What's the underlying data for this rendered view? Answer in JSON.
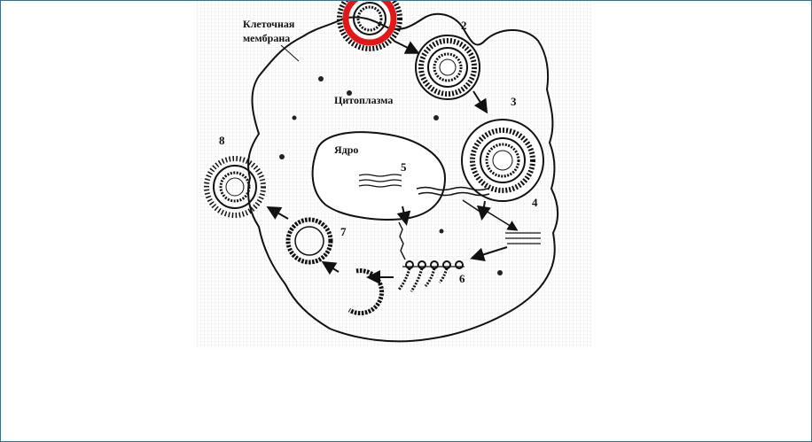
{
  "labels": {
    "membrane_line1": "Клеточная",
    "membrane_line2": "мембрана",
    "cytoplasm": "Цитоплазма",
    "nucleus": "Ядро"
  },
  "steps": [
    "2",
    "3",
    "4",
    "5",
    "6",
    "7",
    "8"
  ],
  "colors": {
    "highlight": "#e01818",
    "ink": "#111111",
    "frame": "#3a6f86",
    "grid": "#d0d0d0"
  }
}
